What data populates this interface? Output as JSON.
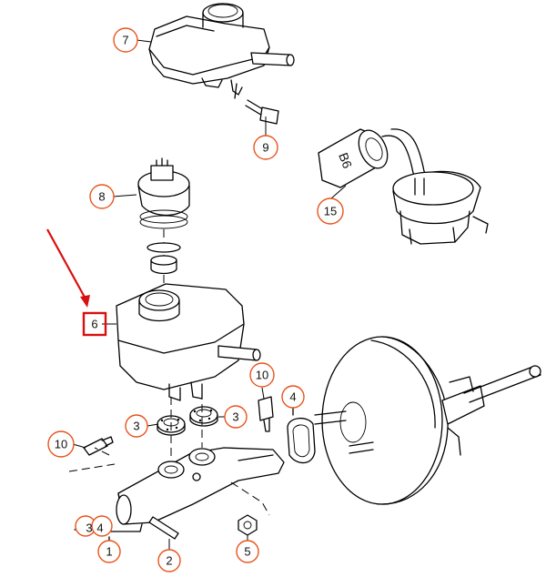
{
  "diagram": {
    "callouts": [
      {
        "id": "c7",
        "label": "7"
      },
      {
        "id": "c9",
        "label": "9"
      },
      {
        "id": "c8",
        "label": "8"
      },
      {
        "id": "c15",
        "label": "15"
      },
      {
        "id": "c6",
        "label": "6"
      },
      {
        "id": "c10a",
        "label": "10"
      },
      {
        "id": "c4a",
        "label": "4"
      },
      {
        "id": "c3a",
        "label": "3"
      },
      {
        "id": "c3b",
        "label": "3"
      },
      {
        "id": "c10b",
        "label": "10"
      },
      {
        "id": "c1",
        "label": "1"
      },
      {
        "id": "c2",
        "label": "2"
      },
      {
        "id": "c5",
        "label": "5"
      }
    ],
    "group_labels": {
      "three": "3",
      "four": "4"
    },
    "sensor_marking": "B6",
    "highlight_color": "#d90f0f",
    "callout_color": "#e8541d"
  }
}
